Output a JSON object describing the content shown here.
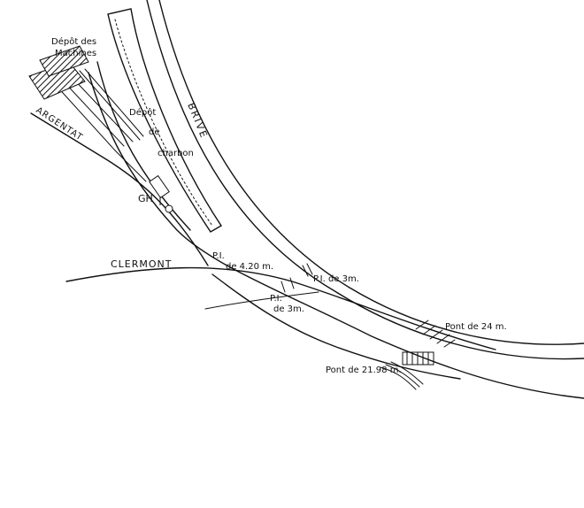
{
  "labels": {
    "depot_machines_line1": "Dépôt des",
    "depot_machines_line2": "Machines",
    "depot_charbon_line1": "Dépôt",
    "depot_charbon_line2": "de",
    "depot_charbon_line3": "charbon",
    "brive": "BRIVE",
    "argentat": "ARGENTAT",
    "clermont": "CLERMONT",
    "gh": "GH",
    "pi_420_line1": "P.I.",
    "pi_420_line2": "de 4.20 m.",
    "pi_3_right": "P.I. de 3m.",
    "pi_3_center_line1": "P.I.",
    "pi_3_center_line2": "de 3m.",
    "pont_24": "Pont de 24 m.",
    "pont_2198": "Pont de 21.98 m."
  },
  "colors": {
    "ink": "#111111",
    "paper": "#ffffff"
  }
}
